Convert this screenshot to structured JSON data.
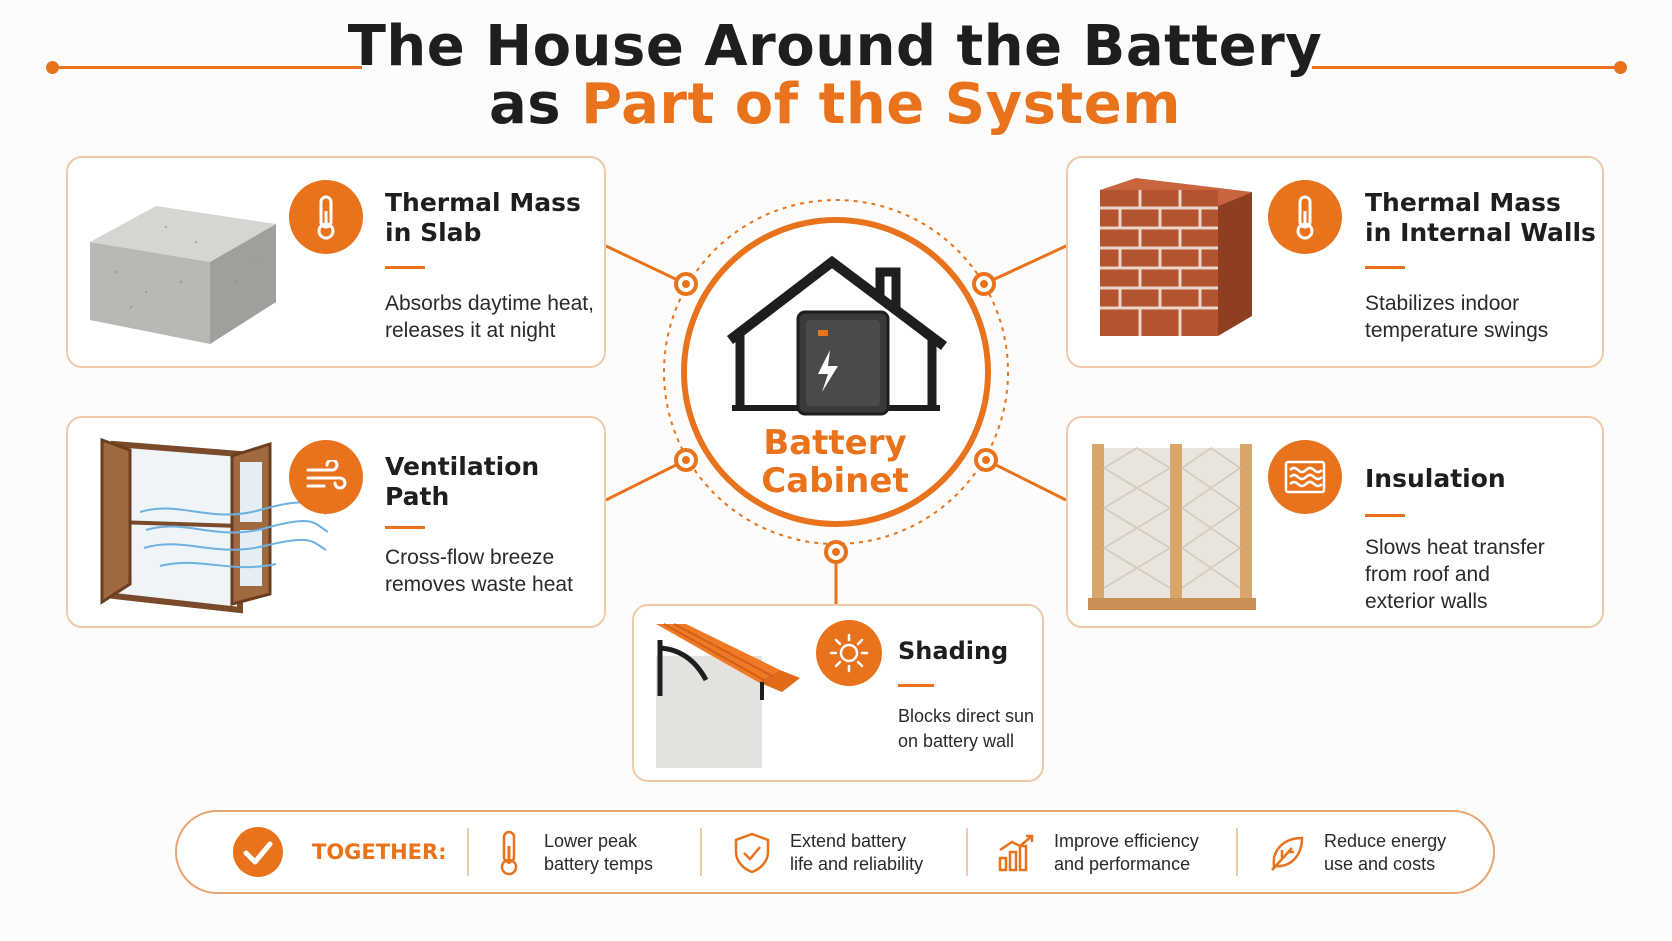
{
  "title": {
    "line1": "The House Around the Battery",
    "line2_plain": "as ",
    "line2_accent": "Part of the System"
  },
  "center": {
    "line1": "Battery",
    "line2": "Cabinet"
  },
  "cards": {
    "slab": {
      "title1": "Thermal Mass",
      "title2": "in Slab",
      "desc1": "Absorbs daytime heat,",
      "desc2": "releases it at night",
      "icon": "thermometer-icon"
    },
    "walls": {
      "title1": "Thermal Mass",
      "title2": "in Internal Walls",
      "desc1": "Stabilizes indoor",
      "desc2": "temperature swings",
      "icon": "thermometer-icon"
    },
    "ventilation": {
      "title1": "Ventilation",
      "title2": "Path",
      "desc1": "Cross-flow breeze",
      "desc2": "removes waste heat",
      "icon": "wind-icon"
    },
    "insulation": {
      "title1": "Insulation",
      "desc1": "Slows heat transfer",
      "desc2": "from roof and",
      "desc3": "exterior walls",
      "icon": "insulation-icon"
    },
    "shading": {
      "title1": "Shading",
      "desc1": "Blocks direct sun",
      "desc2": "on battery wall",
      "icon": "sun-icon"
    }
  },
  "together": {
    "label": "TOGETHER:",
    "items": [
      {
        "line1": "Lower peak",
        "line2": "battery temps",
        "icon": "thermometer-icon"
      },
      {
        "line1": "Extend battery",
        "line2": "life and reliability",
        "icon": "shield-check-icon"
      },
      {
        "line1": "Improve efficiency",
        "line2": "and performance",
        "icon": "chart-up-icon"
      },
      {
        "line1": "Reduce energy",
        "line2": "use and costs",
        "icon": "leaf-icon"
      }
    ]
  },
  "colors": {
    "accent": "#e8731c",
    "card_border": "#f0c9a8",
    "text": "#1e1e1e"
  }
}
